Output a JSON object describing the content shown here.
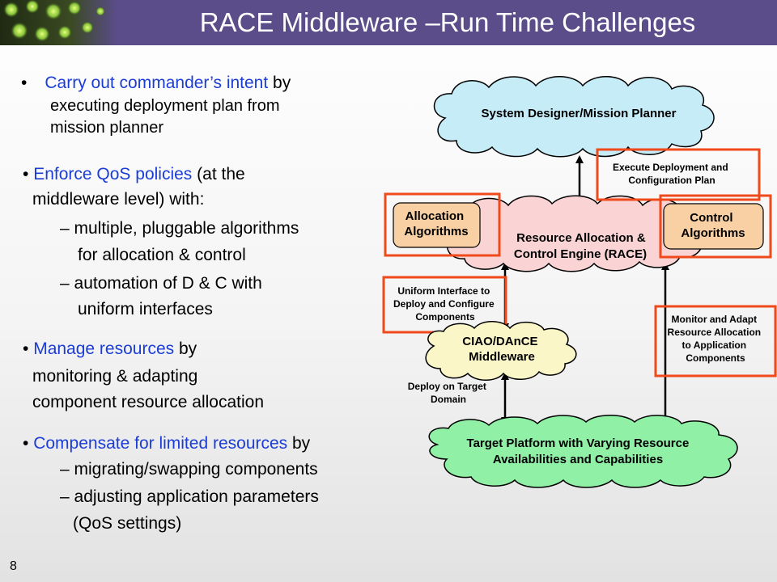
{
  "title": "RACE Middleware –Run Time Challenges",
  "page_number": "8",
  "bullets": {
    "b1": {
      "marker": "•",
      "highlight": "Carry out commander’s intent",
      "rest": " by",
      "line2": "executing deployment plan from",
      "line3": "mission planner"
    },
    "b2": {
      "marker": "•",
      "highlight": "Enforce QoS policies",
      "rest": " (at the",
      "line2": "middleware level) with:",
      "sub1": "– multiple, pluggable algorithms",
      "sub1b": "for allocation & control",
      "sub2": "– automation of D & C with",
      "sub2b": "uniform interfaces"
    },
    "b3": {
      "marker": "•",
      "highlight": "Manage resources",
      "rest": " by",
      "line2": "monitoring & adapting",
      "line3": "component resource allocation"
    },
    "b4": {
      "marker": "•",
      "highlight": "Compensate for limited resources",
      "rest": " by",
      "sub1": "– migrating/swapping components",
      "sub2": "– adjusting application parameters",
      "sub2b": "(QoS settings)"
    }
  },
  "diagram": {
    "system_designer": "System Designer/Mission Planner",
    "execute_plan": [
      "Execute Deployment and",
      "Configuration Plan"
    ],
    "allocation_algorithms": [
      "Allocation",
      "Algorithms"
    ],
    "race_engine": [
      "Resource Allocation &",
      "Control Engine (RACE)"
    ],
    "control_algorithms": [
      "Control",
      "Algorithms"
    ],
    "uniform_interface": [
      "Uniform Interface to",
      "Deploy and Configure",
      "Components"
    ],
    "ciao_dance": [
      "CIAO/DAnCE",
      "Middleware"
    ],
    "monitor_adapt": [
      "Monitor and Adapt",
      "Resource Allocation",
      "to Application",
      "Components"
    ],
    "deploy_target": [
      "Deploy on Target",
      "Domain"
    ],
    "target_platform": [
      "Target Platform with Varying Resource",
      "Availabilities and Capabilities"
    ]
  },
  "colors": {
    "header": "#5b4c8a",
    "highlight_text": "#1b3dd6",
    "callout_border": "#f04a1c",
    "cloud_blue": "#c6ecf8",
    "cloud_pink": "#fad4d4",
    "cloud_yellow": "#faf6c8",
    "cloud_green": "#8ff0a6",
    "algo_box": "#f9d0a4"
  }
}
